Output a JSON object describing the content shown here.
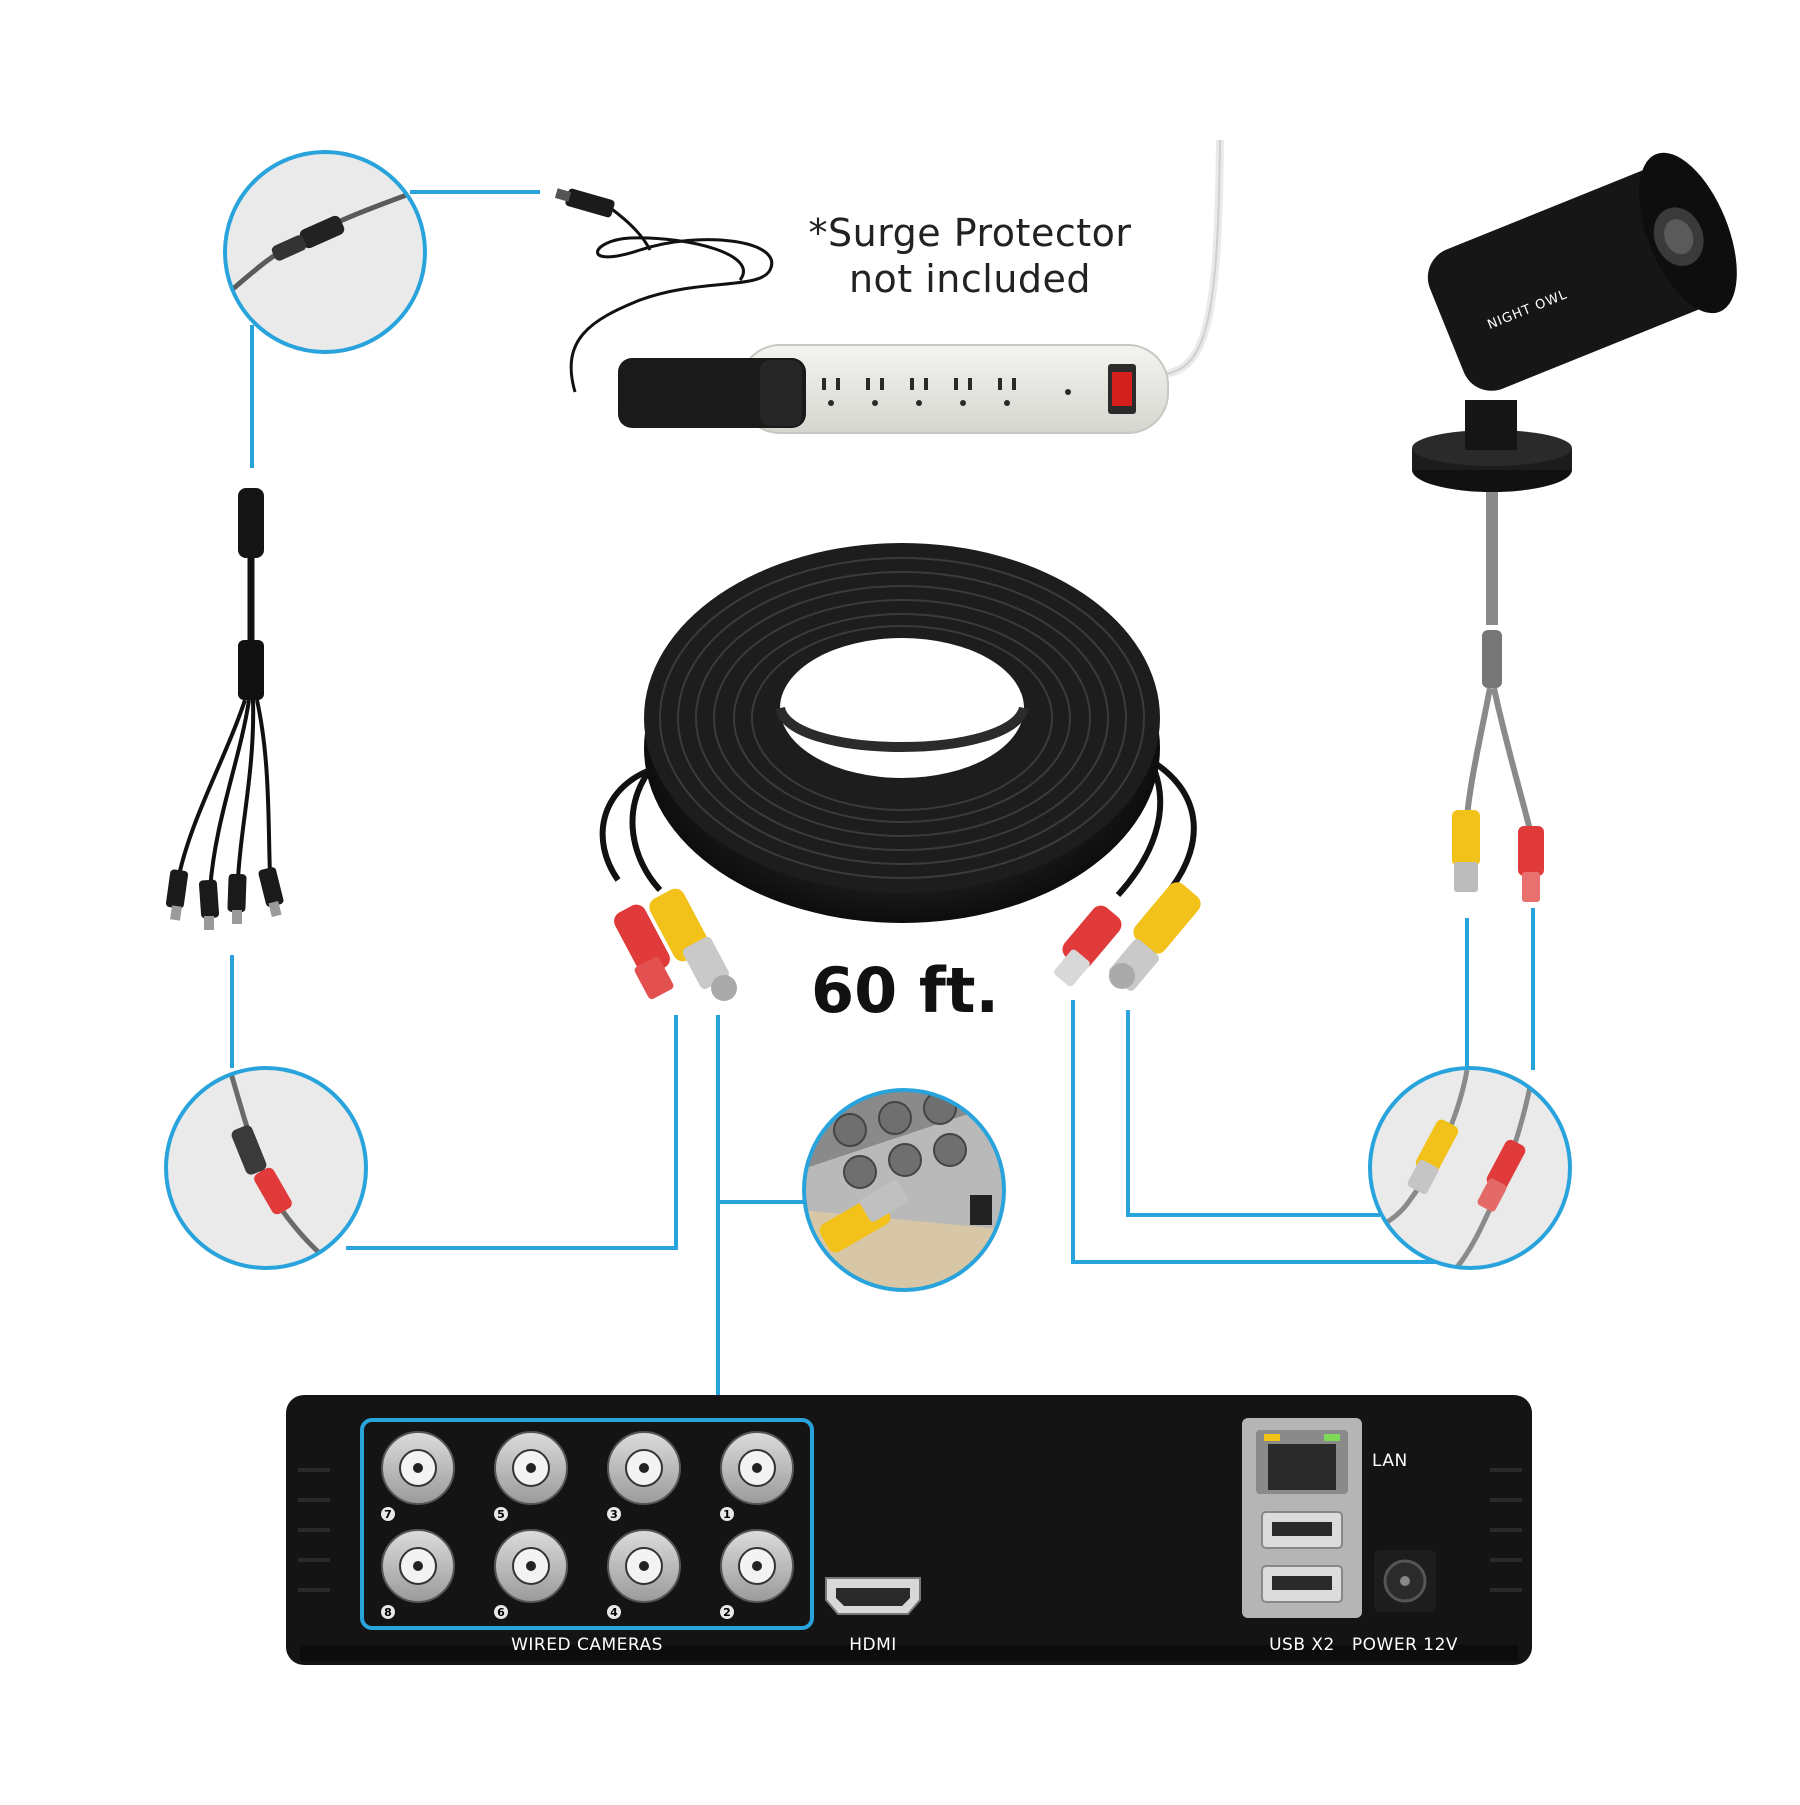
{
  "note": {
    "line1": "*Surge Protector",
    "line2": "not included"
  },
  "cable": {
    "length_label": "60 ft."
  },
  "camera": {
    "brand": "NIGHT OWL"
  },
  "dvr": {
    "wired_cameras_label": "WIRED CAMERAS",
    "hdmi_label": "HDMI",
    "lan_label": "LAN",
    "usb_label": "USB X2",
    "power_label": "POWER 12V",
    "port_numbers_top": [
      "7",
      "5",
      "3",
      "1"
    ],
    "port_numbers_bottom": [
      "8",
      "6",
      "4",
      "2"
    ]
  },
  "colors": {
    "connector_line": "#29a3dc",
    "bnc_yellow": "#f2c21b",
    "power_red": "#e03a3a",
    "dvr_body": "#141414"
  }
}
